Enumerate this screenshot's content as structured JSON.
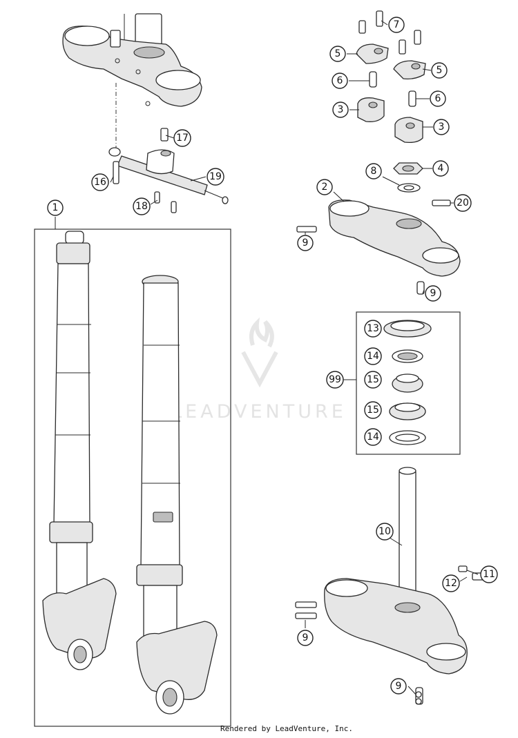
{
  "watermark": {
    "text": "LEADVENTURE"
  },
  "footer": {
    "text": "Rendered by LeadVenture, Inc."
  },
  "callouts": [
    {
      "id": "c7",
      "label": "7"
    },
    {
      "id": "c5a",
      "label": "5"
    },
    {
      "id": "c5b",
      "label": "5"
    },
    {
      "id": "c6a",
      "label": "6"
    },
    {
      "id": "c6b",
      "label": "6"
    },
    {
      "id": "c3a",
      "label": "3"
    },
    {
      "id": "c3b",
      "label": "3"
    },
    {
      "id": "c17",
      "label": "17"
    },
    {
      "id": "c19",
      "label": "19"
    },
    {
      "id": "c16",
      "label": "16"
    },
    {
      "id": "c18",
      "label": "18"
    },
    {
      "id": "c8",
      "label": "8"
    },
    {
      "id": "c4",
      "label": "4"
    },
    {
      "id": "c2",
      "label": "2"
    },
    {
      "id": "c20",
      "label": "20"
    },
    {
      "id": "c1",
      "label": "1"
    },
    {
      "id": "c9a",
      "label": "9"
    },
    {
      "id": "c9b",
      "label": "9"
    },
    {
      "id": "c13",
      "label": "13"
    },
    {
      "id": "c14a",
      "label": "14"
    },
    {
      "id": "c99",
      "label": "99"
    },
    {
      "id": "c15a",
      "label": "15"
    },
    {
      "id": "c15b",
      "label": "15"
    },
    {
      "id": "c14b",
      "label": "14"
    },
    {
      "id": "c10",
      "label": "10"
    },
    {
      "id": "c11",
      "label": "11"
    },
    {
      "id": "c12",
      "label": "12"
    },
    {
      "id": "c9c",
      "label": "9"
    },
    {
      "id": "c9d",
      "label": "9"
    }
  ]
}
